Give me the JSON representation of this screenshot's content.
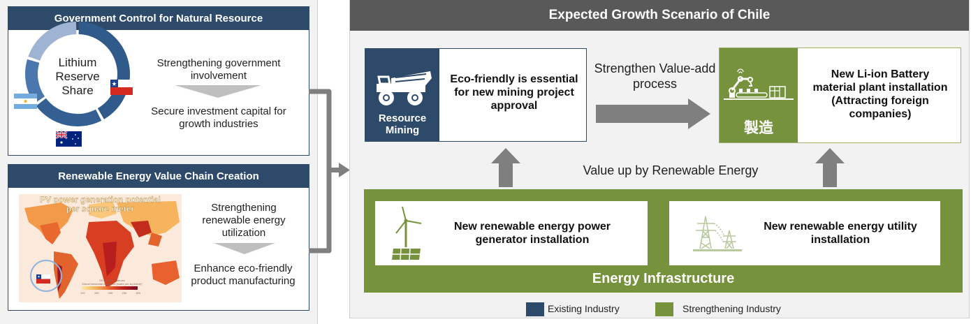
{
  "left_panel": {
    "government_card": {
      "title": "Government Control for Natural Resource",
      "donut_label": [
        "Lithium",
        "Reserve",
        "Share"
      ],
      "donut_segments": [
        {
          "country": "Chile",
          "share_pct": 42,
          "color": "#2f5a8a"
        },
        {
          "country": "Australia",
          "share_pct": 23,
          "color": "#345f92"
        },
        {
          "country": "Argentina",
          "share_pct": 15,
          "color": "#4a77ad"
        },
        {
          "country": "Other",
          "share_pct": 20,
          "color": "#9fb3d2"
        }
      ],
      "flags": [
        "chile-flag",
        "argentina-flag",
        "australia-flag"
      ],
      "step_top": "Strengthening government involvement",
      "step_bottom": "Secure investment capital for growth industries"
    },
    "renewable_card": {
      "title": "Renewable Energy Value Chain Creation",
      "map_title_line1": "PV power generation potential",
      "map_title_line2": "per square meter",
      "map_caption_1": "Oil and gas reserves",
      "map_caption_2": "Global horizontal irradiance (watts per sq metre)*",
      "map_ticks": [
        "120",
        "150",
        "200",
        "250",
        "300"
      ],
      "step_top": "Strengthening renewable energy utilization",
      "step_bottom": "Enhance eco-friendly product manufacturing"
    }
  },
  "right_panel": {
    "title": "Expected Growth Scenario of Chile",
    "mining": {
      "icon_label": "Resource Mining",
      "text": "Eco-friendly is essential for new mining project approval"
    },
    "arrow_label": "Strengthen Value-add process",
    "manufacturing": {
      "icon_label": "製造",
      "text": "New Li-ion Battery material plant installation (Attracting foreign companies)"
    },
    "value_up_label": "Value up by Renewable Energy",
    "infrastructure": {
      "title": "Energy Infrastructure",
      "generator_text": "New renewable energy power generator installation",
      "utility_text": "New renewable energy utility installation"
    },
    "legend": [
      {
        "label": "Existing Industry",
        "color": "#2e4a6b"
      },
      {
        "label": "Strengthening Industry",
        "color": "#77923c"
      }
    ]
  },
  "colors": {
    "navy": "#2e4a6b",
    "green": "#77923c",
    "arrow_gray": "#7f7f7f",
    "header_gray": "#595959"
  }
}
